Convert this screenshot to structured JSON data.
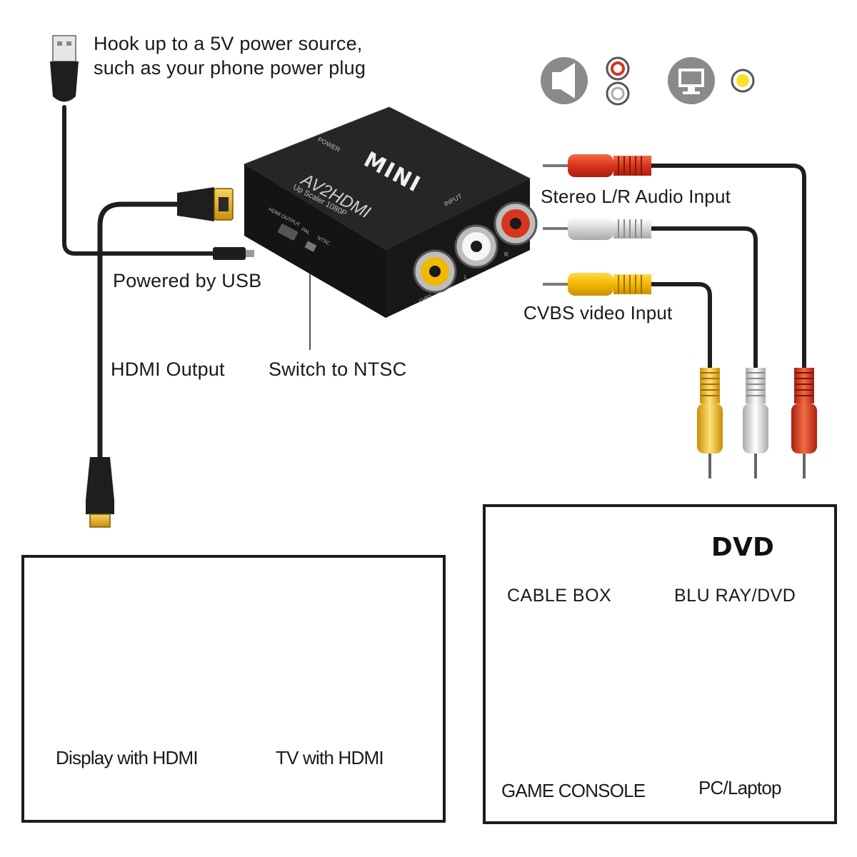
{
  "power": {
    "line1": "Hook up to a 5V power source,",
    "line2": "such as your phone power plug"
  },
  "callouts": {
    "powered_usb": "Powered by USB",
    "hdmi_output": "HDMI Output",
    "switch_ntsc": "Switch to NTSC",
    "stereo_input": "Stereo L/R Audio Input",
    "cvbs_input": "CVBS video Input"
  },
  "device": {
    "brand": "MINI",
    "model": "AV2HDMI",
    "subtitle": "Up Scaler 1080P",
    "power_port": "POWER",
    "input": "INPUT",
    "hdmi_port": "HDMI OUTPUT",
    "pal": "PAL",
    "ntsc": "NTSC",
    "cvbs": "CVBS",
    "left": "L",
    "right": "R"
  },
  "outputs": {
    "display": "Display with HDMI",
    "tv": "TV with HDMI"
  },
  "sources": {
    "cable_box": "CABLE BOX",
    "dvd_logo": "DVD",
    "bluray": "BLU RAY/DVD",
    "game_console": "GAME CONSOLE",
    "pc": "PC/Laptop"
  },
  "colors": {
    "red_plug": "#d9341c",
    "white_plug": "#d8d8d8",
    "yellow_plug": "#f2b800",
    "device_body": "#1b1b1b",
    "gold": "#e8b520",
    "cable": "#1e1e1e"
  },
  "icons": [
    "speaker-icon",
    "monitor-icon",
    "audio-jack-icon",
    "video-jack-icon",
    "usb-plug-icon",
    "hdmi-plug-icon"
  ]
}
